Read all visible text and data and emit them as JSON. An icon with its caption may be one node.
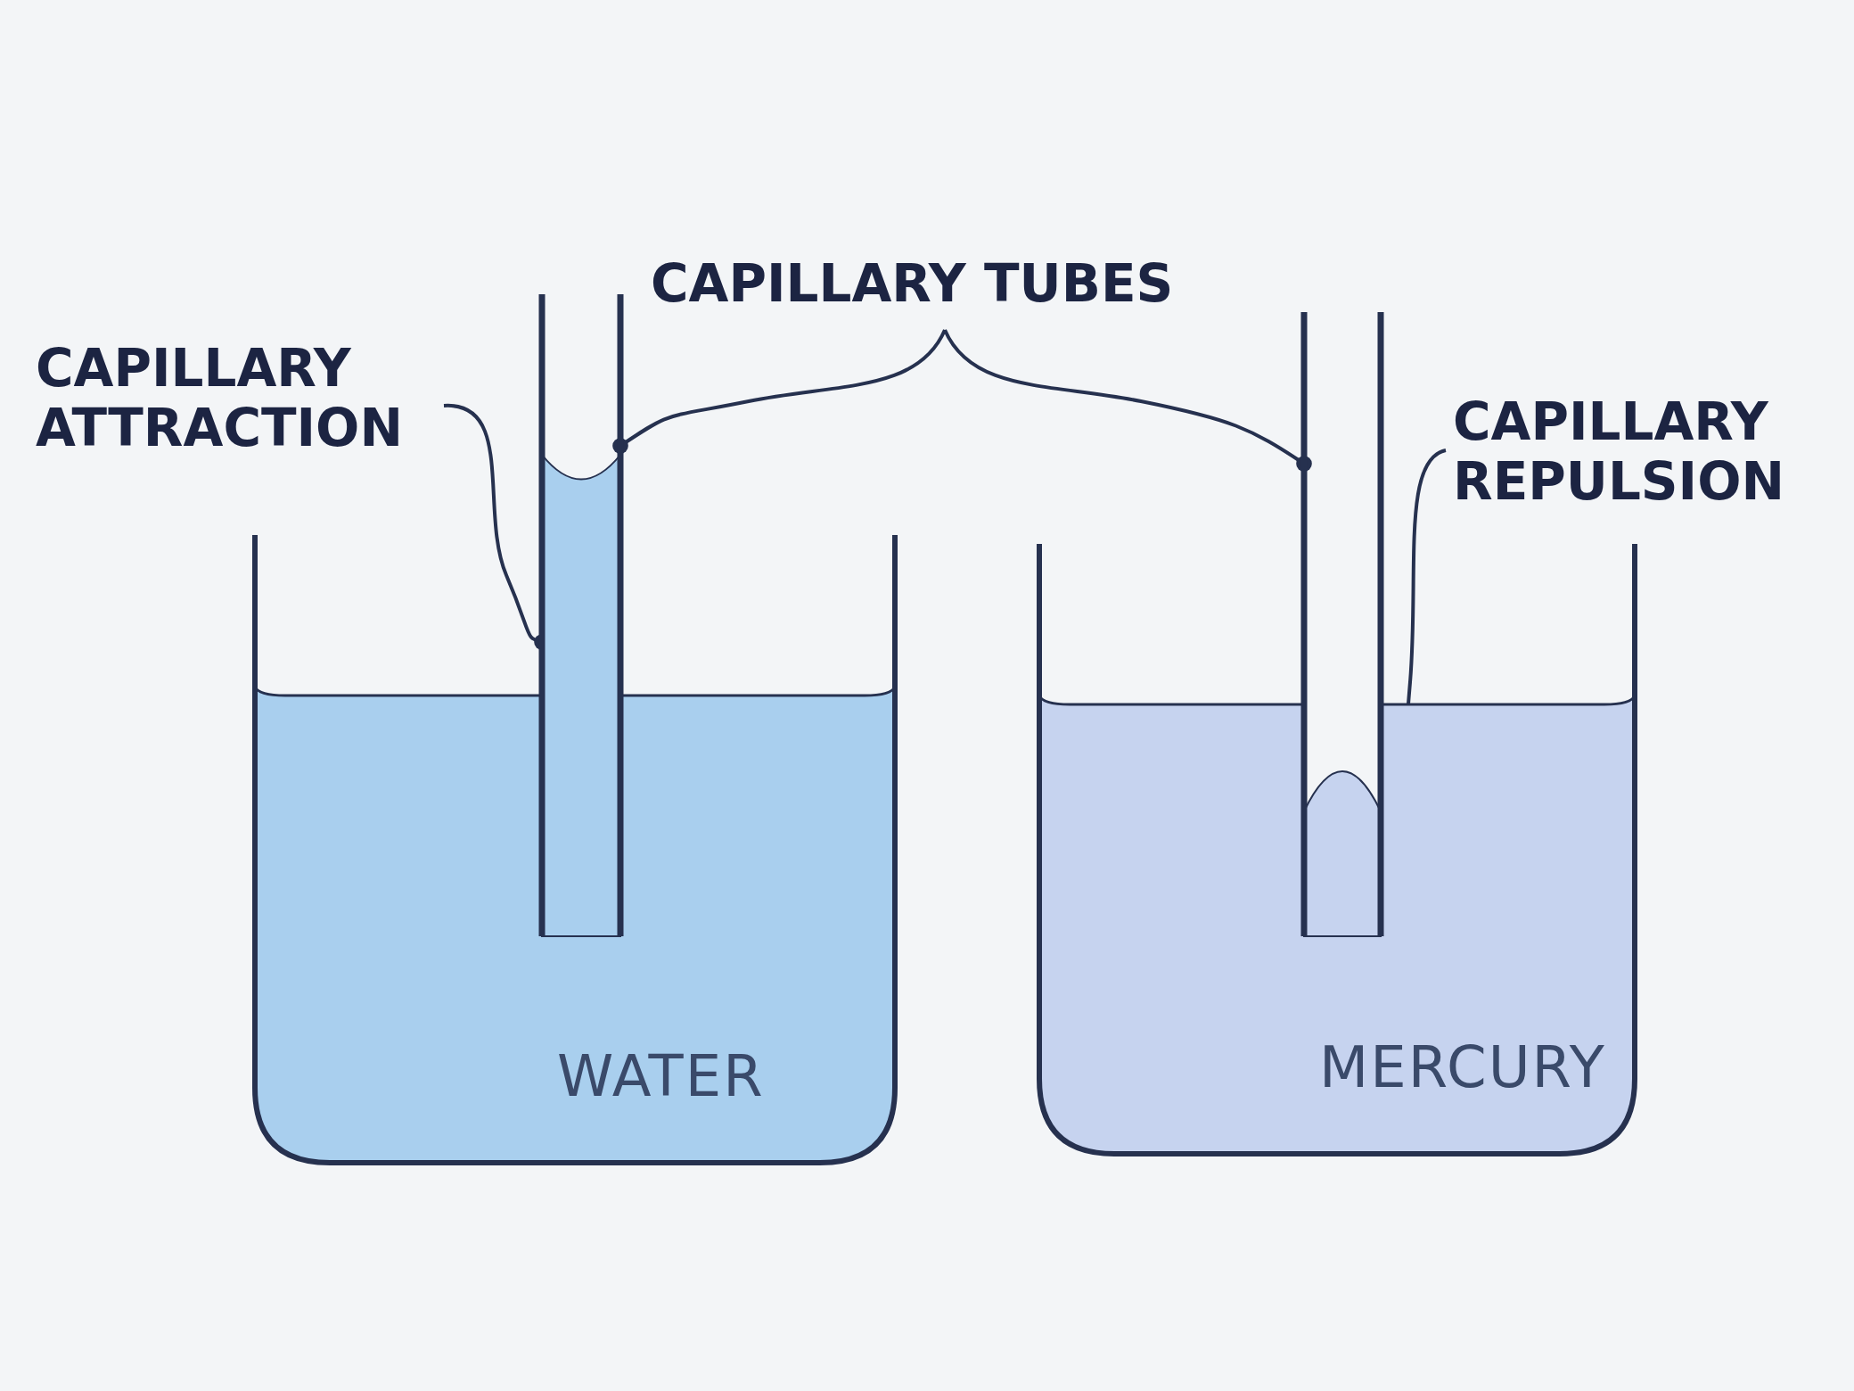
{
  "diagram": {
    "nodes": [
      {
        "text": [
          "CAPILLARY ATTRACTION"
        ]
      },
      {
        "text": [
          "CAPILLARY TUBES"
        ]
      },
      {
        "text": [
          "CAPILLARY REPULSION"
        ]
      },
      {
        "text": [
          "WATER"
        ]
      },
      {
        "text": [
          "MERCURY"
        ]
      },
      {
        "text": [],
        "shape": "tube"
      },
      {
        "text": [],
        "shape": "tube"
      }
    ],
    "edges": [
      {
        "from": 0,
        "to": 5,
        "arrow": "other"
      },
      {
        "from": 1,
        "to": 5,
        "arrow": "other"
      },
      {
        "from": 1,
        "to": 6,
        "arrow": "other"
      },
      {
        "from": 2,
        "to": 6,
        "arrow": "other"
      }
    ]
  }
}
